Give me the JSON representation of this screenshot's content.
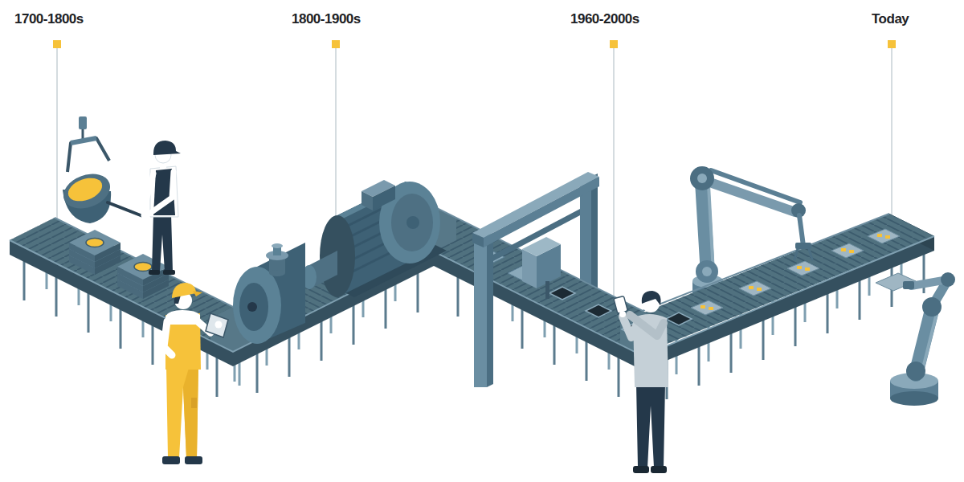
{
  "diagram": {
    "labels": [
      "1700-1800s",
      "1800-1900s",
      "1960-2000s",
      "Today"
    ]
  }
}
